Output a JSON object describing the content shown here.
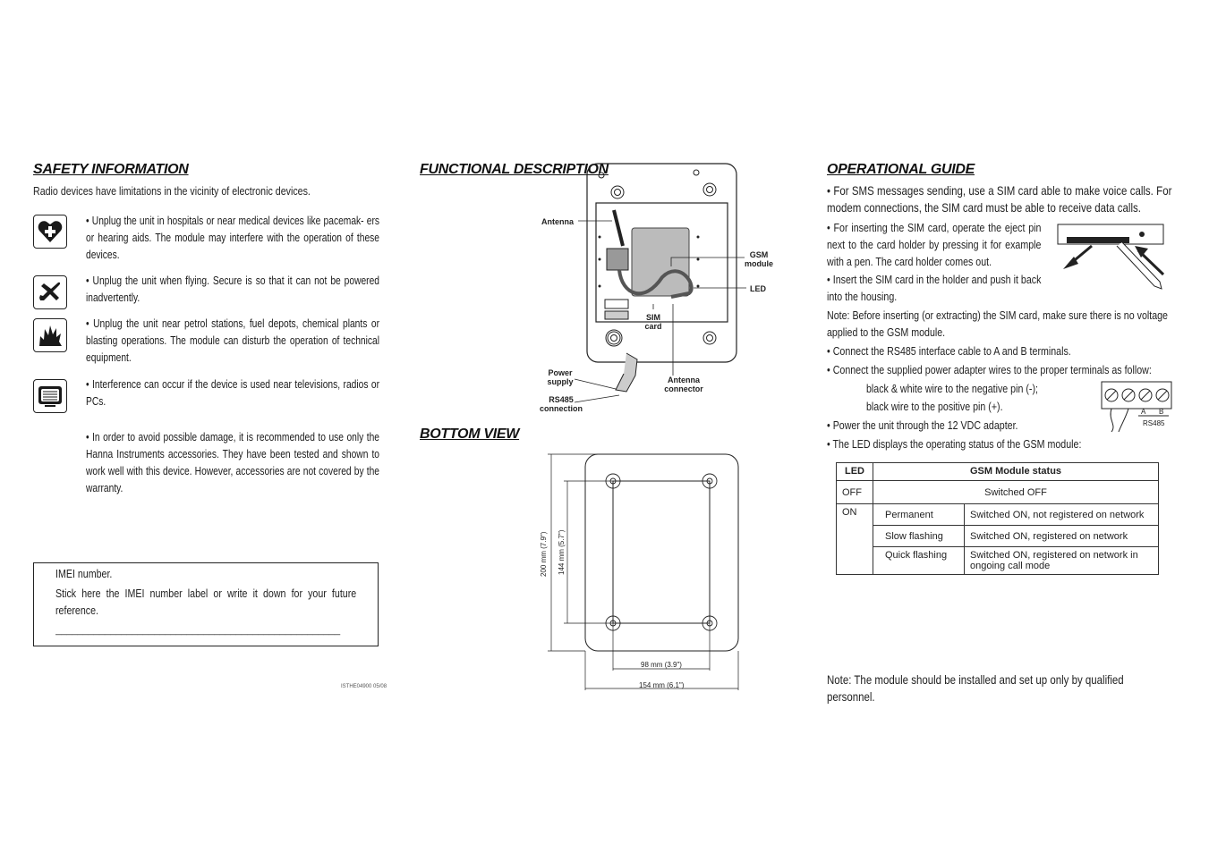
{
  "safety": {
    "heading": "SAFETY INFORMATION",
    "intro": "Radio devices have limitations in the vicinity of electronic devices.",
    "items": [
      {
        "icon": "medical-heart-icon",
        "text": "• Unplug the unit in hospitals or near medical devices like pacemak- ers or hearing aids. The module may interfere with the operation of these devices."
      },
      {
        "icon": "airplane-icon",
        "text": "• Unplug the unit when flying. Secure is so that it can not be powered inadvertently."
      },
      {
        "icon": "explosion-icon",
        "text": "• Unplug the unit near petrol stations, fuel depots, chemical plants or blasting operations. The module can disturb the operation of technical equipment."
      },
      {
        "icon": "television-icon",
        "text": "• Interference can occur if the device is used near televisions, radios or PCs."
      },
      {
        "icon": "",
        "text": "• In order to avoid possible damage, it is recommended to use only the Hanna Instruments accessories. They have been tested and shown to work well with this device. However, accessories are not covered by the warranty."
      }
    ]
  },
  "imei": {
    "title": "IMEI number.",
    "text": "Stick here the IMEI number label or write it down for your future reference.",
    "line": "____________________________________________________"
  },
  "doc_code": "ISTHE04900   05/08",
  "functional": {
    "heading": "FUNCTIONAL  DESCRIPTION",
    "labels": {
      "antenna": "Antenna",
      "gsm": "GSM module",
      "led": "LED",
      "sim": "SIM card",
      "power": "Power supply",
      "rs485": "RS485 connection",
      "antenna_conn": "Antenna connector"
    }
  },
  "bottom": {
    "heading": "BOTTOM  VIEW",
    "dims": {
      "h200": "200 mm (7.9\")",
      "h144": "144 mm (5.7\")",
      "w98": "98 mm (3.9\")",
      "w154": "154 mm (6.1\")"
    }
  },
  "operational": {
    "heading": "OPERATIONAL GUIDE",
    "p1": "• For SMS messages sending, use a SIM card able to make voice calls. For modem connections, the SIM card must be able to receive data calls.",
    "p2": "• For inserting the SIM card, operate the eject pin next to the card holder by pressing it for example with a pen. The card holder comes out.",
    "p3": "• Insert the SIM card in the holder and push it back into the housing.",
    "note_label": "Note",
    "note_text": ": Before inserting (or extracting) the SIM card, make sure there is no voltage applied to the GSM module.",
    "p4": "• Connect the RS485 interface cable to A and B terminals.",
    "p5": "• Connect the supplied power adapter wires to the proper terminals as follow:",
    "p5a": "black & white wire to the negative pin (-);",
    "p5b": "black wire to the positive pin (+).",
    "p6": "• Power the unit through the 12 VDC adapter.",
    "p7": "• The LED displays the operating status of the GSM module:",
    "terminal": {
      "a": "A",
      "b": "B",
      "label": "RS485"
    },
    "footer_note": "Note: The module should be installed and set up only by qualified personnel."
  },
  "led_table": {
    "h1": "LED",
    "h2": "GSM Module status",
    "off": "OFF",
    "off_status": "Switched OFF",
    "on": "ON",
    "rows": [
      {
        "mode": "Permanent",
        "status": "Switched ON, not registered on network"
      },
      {
        "mode": "Slow flashing",
        "status": "Switched ON, registered on network"
      },
      {
        "mode": "Quick flashing",
        "status": "Switched ON, registered on network in ongoing call mode"
      }
    ]
  }
}
